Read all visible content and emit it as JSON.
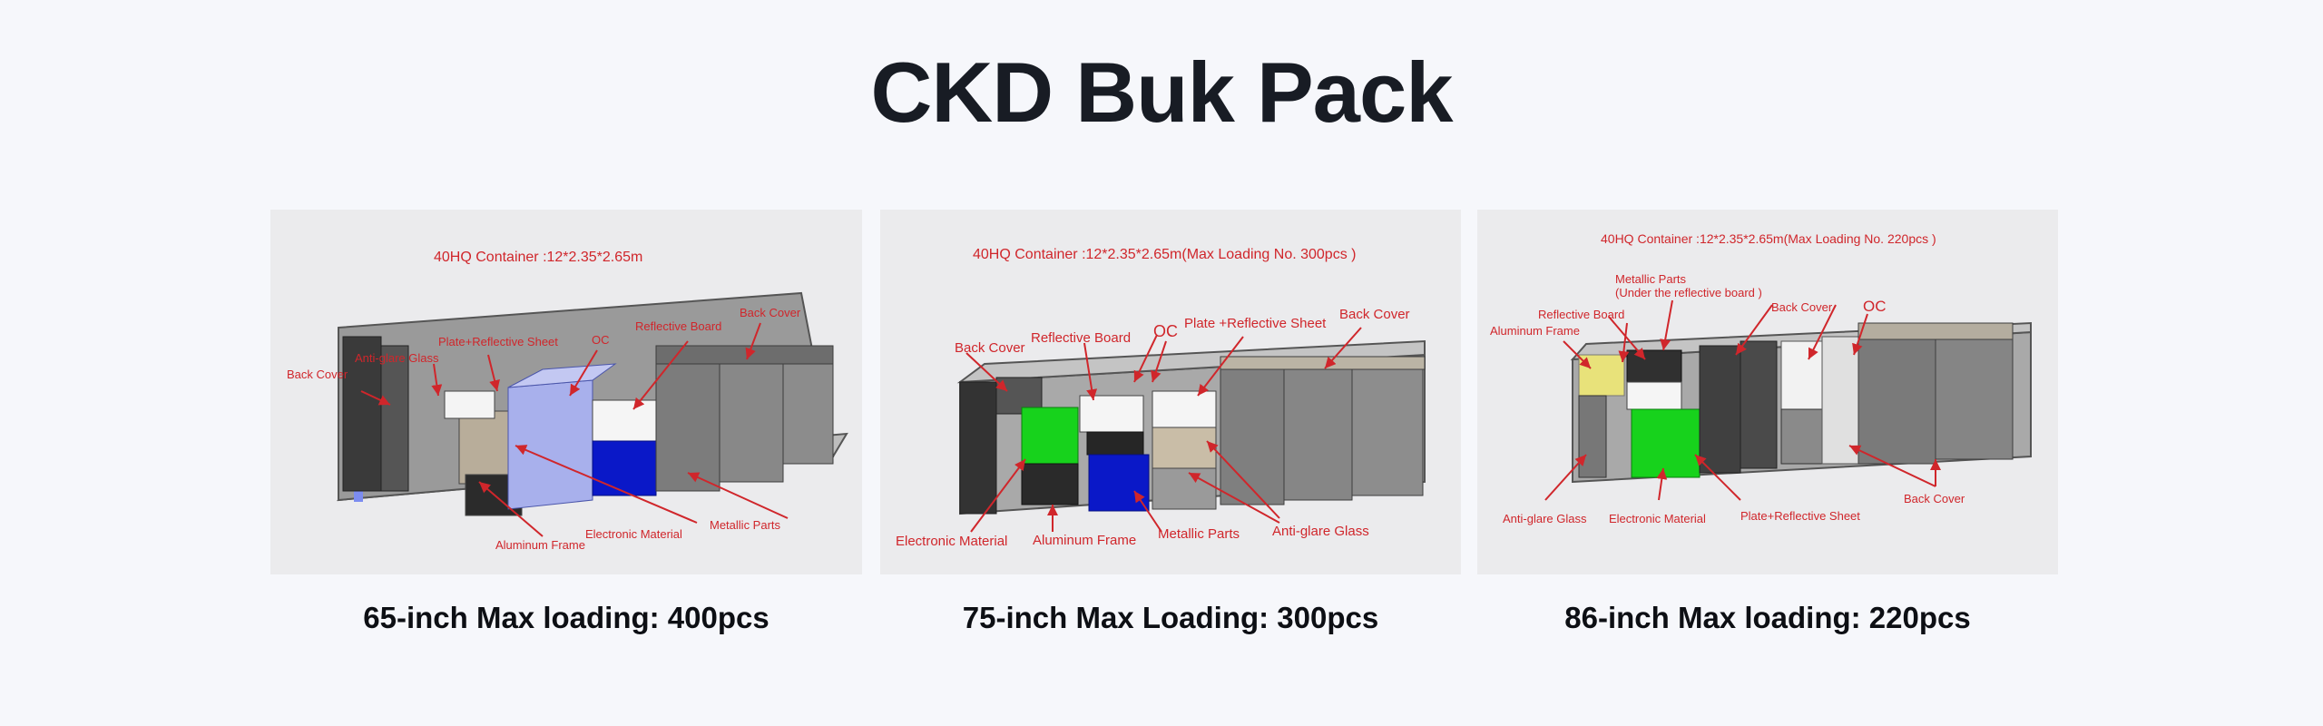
{
  "page": {
    "title": "CKD Buk Pack"
  },
  "panels": [
    {
      "header": "40HQ Container :12*2.35*2.65m",
      "caption": "65-inch Max loading: 400pcs",
      "labels": {
        "back_cover_left": "Back Cover",
        "anti_glare": "Anti-glare Glass",
        "plate_reflective": "Plate+Reflective Sheet",
        "oc": "OC",
        "reflective_board": "Reflective Board",
        "back_cover_right": "Back Cover",
        "metallic_parts": "Metallic Parts",
        "electronic_material": "Electronic Material",
        "aluminum_frame": "Aluminum Frame"
      }
    },
    {
      "header": "40HQ Container :12*2.35*2.65m(Max Loading No. 300pcs )",
      "caption": "75-inch Max Loading: 300pcs",
      "labels": {
        "back_cover_left": "Back Cover",
        "reflective_board": "Reflective Board",
        "oc": "OC",
        "plate_reflective": "Plate +Reflective Sheet",
        "back_cover_right": "Back Cover",
        "electronic_material": "Electronic Material",
        "aluminum_frame": "Aluminum Frame",
        "metallic_parts": "Metallic Parts",
        "anti_glare": "Anti-glare Glass"
      }
    },
    {
      "header": "40HQ Container :12*2.35*2.65m(Max Loading No. 220pcs )",
      "caption": "86-inch Max loading: 220pcs",
      "labels": {
        "metallic_parts_line1": "Metallic Parts",
        "metallic_parts_line2": "(Under the reflective board )",
        "reflective_board": "Reflective Board",
        "aluminum_frame": "Aluminum Frame",
        "back_cover_top": "Back Cover",
        "oc": "OC",
        "anti_glare": "Anti-glare Glass",
        "electronic_material": "Electronic Material",
        "plate_reflective": "Plate+Reflective Sheet",
        "back_cover_bottom": "Back Cover"
      }
    }
  ],
  "colors": {
    "label_red": "#d0262b",
    "panel_bg": "#ebebed",
    "green_cargo": "#17d21c",
    "blue_cargo": "#0a18c8",
    "lavender_cargo": "#a8b0ec",
    "yellow_cargo": "#e8e27a"
  }
}
